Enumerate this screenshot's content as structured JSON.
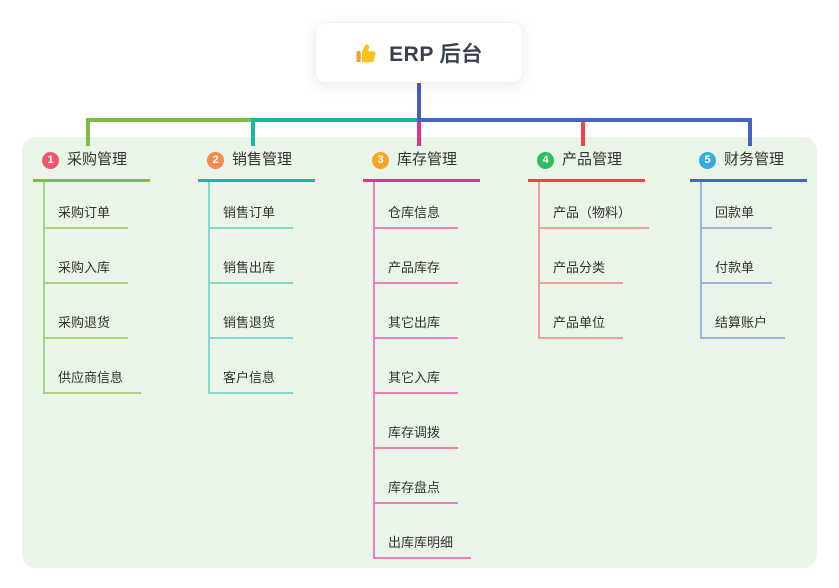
{
  "root": {
    "label": "ERP 后台",
    "icon": "thumbs-up-icon"
  },
  "canvas": {
    "background": "#FFFFFF",
    "panel_background": "#E9F5E6"
  },
  "connector": {
    "root_line_color": "#4B5AC9"
  },
  "branches": [
    {
      "number": "1",
      "title": "采购管理",
      "badge_color": "#F2566B",
      "line_color": "#7FBC45",
      "child_line_color": "#A9D284",
      "children": [
        "采购订单",
        "采购入库",
        "采购退货",
        "供应商信息"
      ]
    },
    {
      "number": "2",
      "title": "销售管理",
      "badge_color": "#F9884E",
      "line_color": "#17B8A6",
      "child_line_color": "#85D6CF",
      "children": [
        "销售订单",
        "销售出库",
        "销售退货",
        "客户信息"
      ]
    },
    {
      "number": "3",
      "title": "库存管理",
      "badge_color": "#F6A623",
      "line_color": "#D9368F",
      "child_line_color": "#F07CBB",
      "children": [
        "仓库信息",
        "产品库存",
        "其它出库",
        "其它入库",
        "库存调拨",
        "库存盘点",
        "出库库明细"
      ]
    },
    {
      "number": "4",
      "title": "产品管理",
      "badge_color": "#2EBE5B",
      "line_color": "#EF4348",
      "child_line_color": "#F59C9C",
      "children": [
        "产品（物料）",
        "产品分类",
        "产品单位"
      ]
    },
    {
      "number": "5",
      "title": "财务管理",
      "badge_color": "#38ACE2",
      "line_color": "#4463C8",
      "child_line_color": "#9FB3E3",
      "children": [
        "回款单",
        "付款单",
        "结算账户"
      ]
    }
  ]
}
